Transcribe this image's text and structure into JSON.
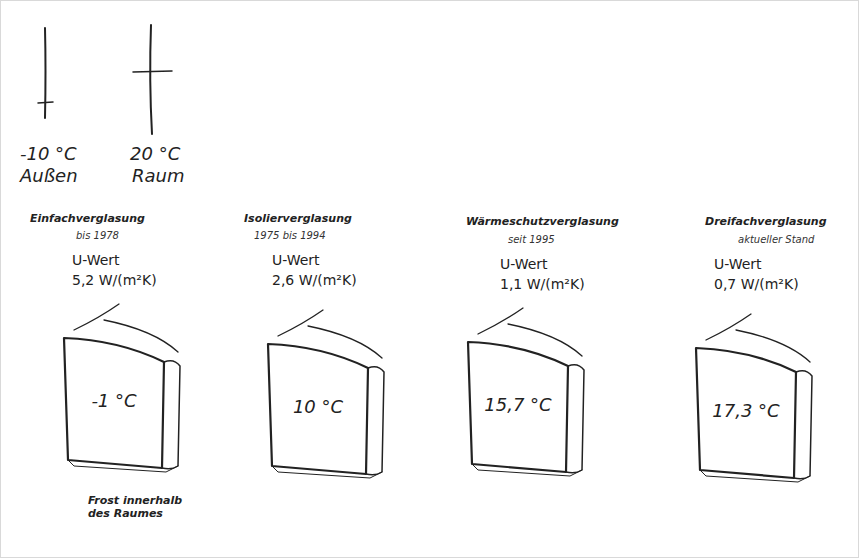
{
  "diagram": {
    "nodes": [
      {
        "text": [
          "-1 °C"
        ]
      },
      {
        "text": [
          "10 °C"
        ]
      },
      {
        "text": [
          "15,7 °C"
        ]
      },
      {
        "text": [
          "17,3 °C"
        ]
      }
    ],
    "labels": [
      "-10 °C",
      "Außen",
      "20 °C",
      "Raum",
      "Einfachverglasung",
      "bis 1978",
      "U-Wert",
      "5,2 W/(m²K)",
      "Isolierverglasung",
      "1975 bis 1994",
      "U-Wert",
      "2,6 W/(m²K)",
      "Wärmeschutzverglasung",
      "seit 1995",
      "U-Wert",
      "1,1 W/(m²K)",
      "Dreifachverglasung",
      "aktueller Stand",
      "U-Wert",
      "0,7 W/(m²K)",
      "Frost innerhalb des Raumes"
    ]
  }
}
